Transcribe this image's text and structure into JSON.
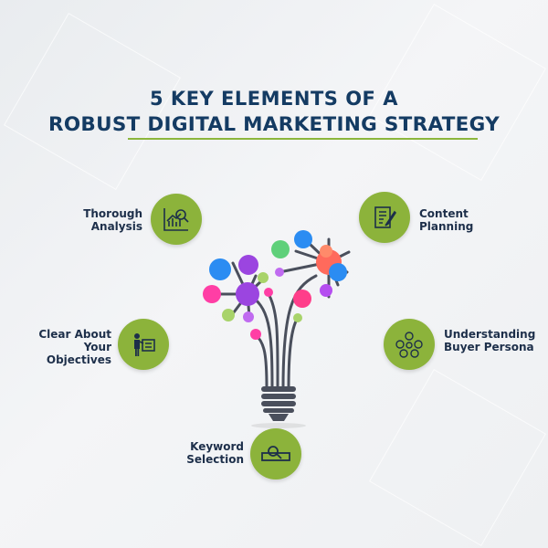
{
  "title": {
    "line1": "5 KEY ELEMENTS OF A",
    "line2": "ROBUST DIGITAL MARKETING STRATEGY"
  },
  "elements": [
    {
      "line1": "Thorough",
      "line2": "Analysis",
      "icon": "chart-analysis-icon"
    },
    {
      "line1": "Content",
      "line2": "Planning",
      "icon": "document-pen-icon"
    },
    {
      "line1": "Clear About",
      "line2": "Your Objectives",
      "icon": "presenter-board-icon"
    },
    {
      "line1": "Understanding",
      "line2": "Buyer Persona",
      "icon": "people-network-icon"
    },
    {
      "line1": "Keyword",
      "line2": "Selection",
      "icon": "search-bar-icon"
    }
  ],
  "colors": {
    "accent": "#8cb33b",
    "title": "#143b63",
    "bulb": "#4a4f5c"
  }
}
